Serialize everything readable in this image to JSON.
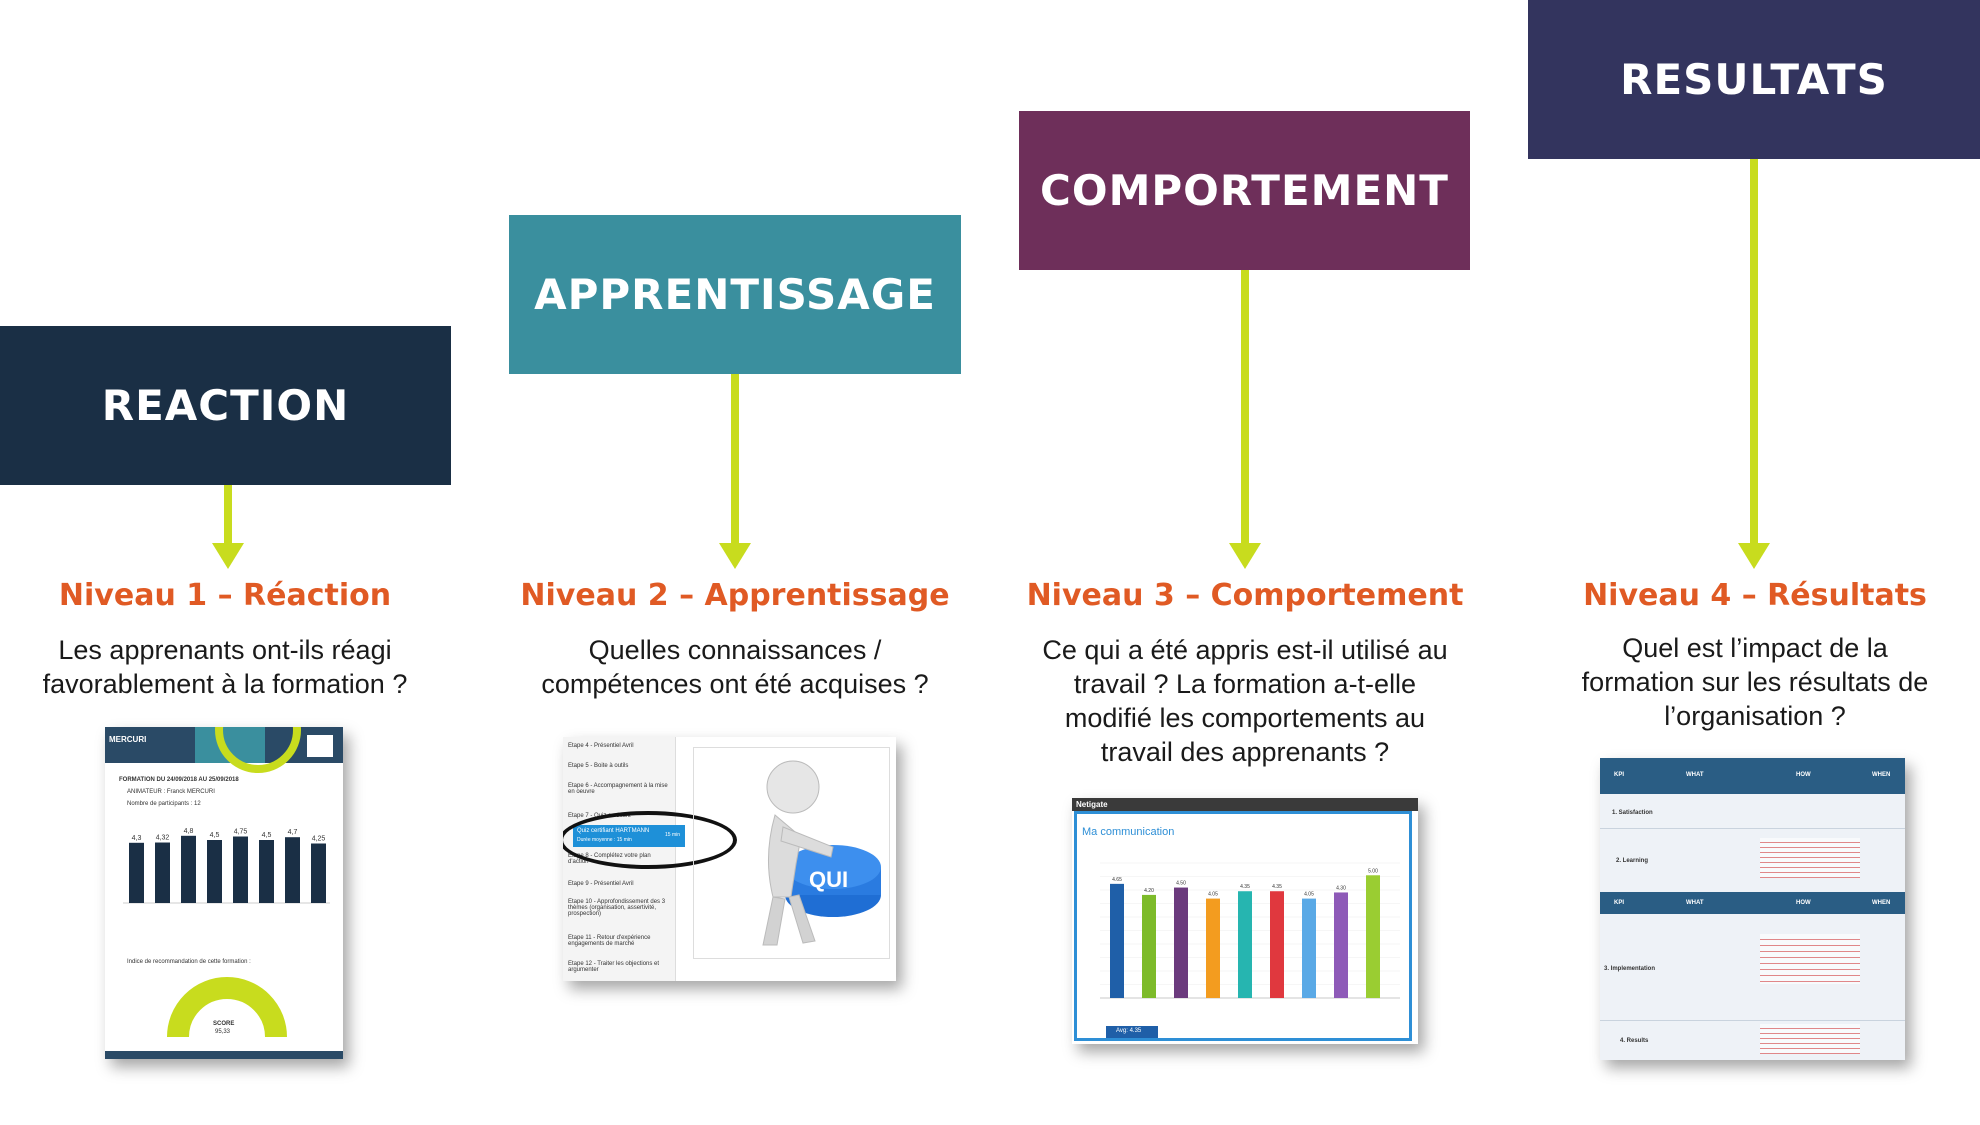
{
  "colors": {
    "reaction": "#1a2f45",
    "apprentissage": "#3a8f9e",
    "comportement": "#6e2f5a",
    "resultats": "#33345e",
    "arrow": "#c8dc1e",
    "level_title": "#e05a24"
  },
  "stages": [
    {
      "box_label": "REACTION",
      "level_title": "Niveau 1 – Réaction",
      "question": "Les apprenants ont-ils réagi favorablement à la formation ?"
    },
    {
      "box_label": "APPRENTISSAGE",
      "level_title": "Niveau 2 – Apprentissage",
      "question": "Quelles connaissances / compétences ont été acquises ?"
    },
    {
      "box_label": "COMPORTEMENT",
      "level_title": "Niveau 3 – Comportement",
      "question": "Ce qui a été appris est-il utilisé au travail ? La formation a-t-elle modifié les comportements au travail des apprenants ?"
    },
    {
      "box_label": "RESULTATS",
      "level_title": "Niveau 4 – Résultats",
      "question": "Quel est l’impact de la formation sur les résultats de l’organisation ?"
    }
  ],
  "thumb1": {
    "brand": "MERCURI",
    "header": "FORMATION DU 24/09/2018 AU 25/09/2018",
    "animateur": "ANIMATEUR : Franck MERCURI",
    "participants": "Nombre de participants : 12",
    "reco": "Indice de recommandation de cette formation :",
    "score_label": "SCORE",
    "score_value": "95,33",
    "bar_values": [
      4.3,
      4.32,
      4.8,
      4.5,
      4.75,
      4.5,
      4.7,
      4.25
    ],
    "bar_labels": [
      "4,3",
      "4,32",
      "4,8",
      "4,5",
      "4,75",
      "4,5",
      "4,7",
      "4,25"
    ]
  },
  "thumb2": {
    "menu": [
      "Etape 4 - Présentiel Avril",
      "Etape 5 - Boite à outils",
      "Etape 6 - Accompagnement à la mise en oeuvre",
      "Etape 7 - Quiz certifiant",
      "Etape 8 - Complétez votre plan d'action",
      "Etape 9 - Présentiel Avril",
      "Etape 10 - Approfondissement des 3 thèmes (organisation, assertivité, prospection)",
      "Etape 11 - Retour d'expérience engagements de marché",
      "Etape 12 - Traiter les objections et argumenter"
    ],
    "highlight": "Quiz certifiant HARTMANN",
    "highlight_sub": "Durée moyenne : 15 min",
    "highlight_badge": "15 min",
    "button_text": "QUI"
  },
  "thumb3": {
    "brand": "Netigate",
    "title": "Ma communication",
    "avg": "Avg: 4.35",
    "bar_values": [
      4.65,
      4.2,
      4.5,
      4.05,
      4.35,
      4.35,
      4.05,
      4.3,
      5.0
    ],
    "bar_colors": [
      "#1f5fa8",
      "#7dbb2a",
      "#6b3a7d",
      "#f39c1f",
      "#26b5b0",
      "#e0383e",
      "#5aa9e6",
      "#8e5ab8",
      "#9acd32"
    ],
    "bar_labels": [
      "4.65",
      "4.20",
      "4.50",
      "4.05",
      "4.35",
      "4.35",
      "4.05",
      "4.30",
      "5.00"
    ]
  },
  "thumb4": {
    "headers": [
      "KPI",
      "WHAT",
      "HOW",
      "WHEN"
    ],
    "rows": [
      "1. Satisfaction",
      "2. Learning"
    ],
    "rows2": [
      "3. Implementation",
      "4. Results"
    ]
  }
}
